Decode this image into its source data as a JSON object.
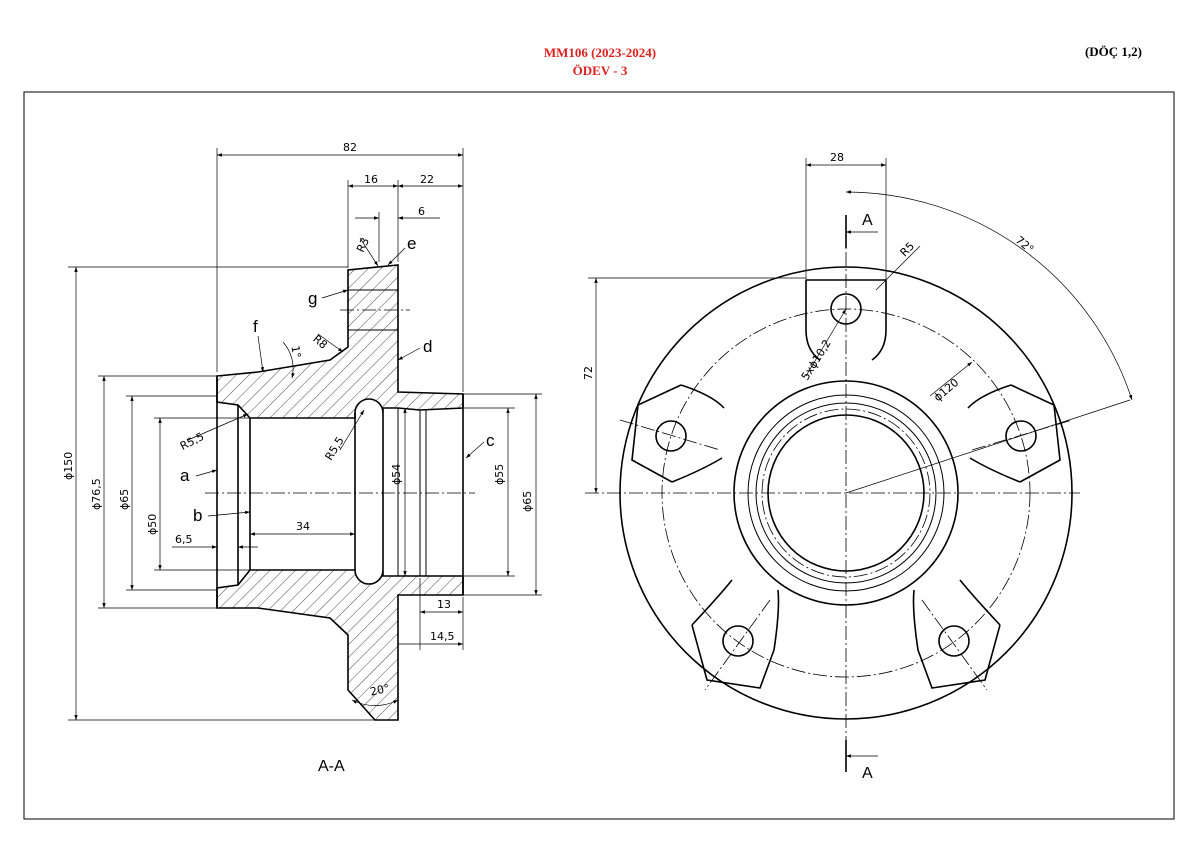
{
  "header": {
    "course": "MM106 (2023-2024)",
    "assignment": "ÖDEV - 3",
    "pages": "(DÖÇ 1,2)"
  },
  "section_view": {
    "title": "A-A",
    "letters": [
      "a",
      "b",
      "c",
      "d",
      "e",
      "f",
      "g"
    ],
    "dims": {
      "d82": "82",
      "d16": "16",
      "d22": "22",
      "d6": "6",
      "r3": "R3",
      "r8": "R8",
      "ang1": "1°",
      "r55a": "R5,5",
      "r55b": "R5,5",
      "dia150": "ϕ150",
      "dia765": "ϕ76,5",
      "dia65l": "ϕ65",
      "dia50": "ϕ50",
      "d65": "6,5",
      "d34": "34",
      "dia54": "ϕ54",
      "dia55": "ϕ55",
      "dia65r": "ϕ65",
      "d13": "13",
      "d145": "14,5",
      "ang20": "20°"
    }
  },
  "front_view": {
    "cut_label_top": "A",
    "cut_label_bottom": "A",
    "dims": {
      "d28": "28",
      "d72": "72",
      "ang72": "72°",
      "r5": "R5",
      "holes": "5xϕ10,2",
      "dia120": "ϕ120"
    }
  }
}
